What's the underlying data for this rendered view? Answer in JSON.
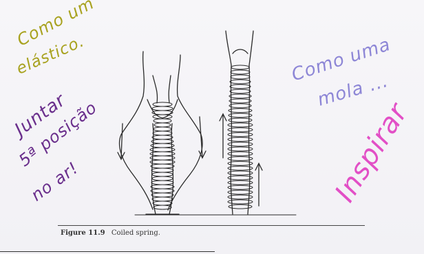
{
  "caption": {
    "label": "Figure 11.9",
    "text": "Coiled spring."
  },
  "notes": {
    "elastic_line1": "Como um",
    "elastic_line2": "elástico.",
    "join_line1": "Juntar",
    "join_line2": "5ª posição",
    "join_line3": "no ar!",
    "spring_line1": "Como uma",
    "spring_line2": "mola ...",
    "inhale": "Inspirar"
  },
  "colors": {
    "elastic_note": "#a8a21f",
    "join_note": "#6a2f8c",
    "spring_note": "#8d86d6",
    "inhale_note": "#e24fc6",
    "ink": "#2a2a2a"
  }
}
